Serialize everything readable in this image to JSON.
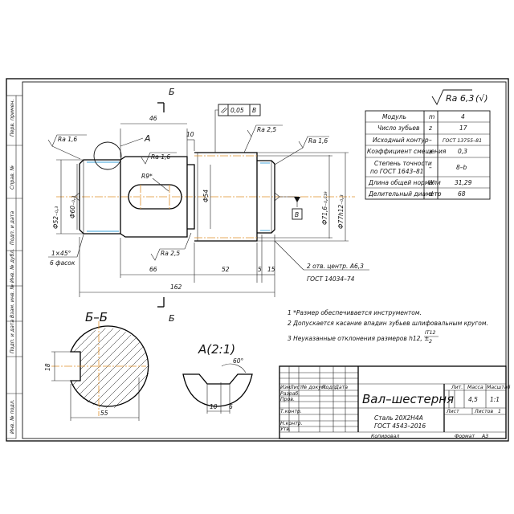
{
  "frame": {
    "side_stamp": [
      "Перв. примен.",
      "Справ. №",
      "Подп. и дата",
      "Инв. № дубл.",
      "Взам. инв. №",
      "Подп. и дата",
      "Инв. № подл."
    ]
  },
  "view_labels": {
    "section_top": "Б",
    "section_bottom": "Б",
    "section_view": "Б–Б",
    "detail_callout": "А",
    "detail_view": "А(2:1)",
    "base_ref": "В"
  },
  "dimensions": {
    "d46": "46",
    "d10": "10",
    "d66": "66",
    "d52": "52",
    "d5": "5",
    "d15": "15",
    "d162": "162",
    "phi52": "Ф52₋₀,₃",
    "phi60": "Ф60₋₀,₃",
    "phi54": "Ф54",
    "phi716": "Ф71,6₋₀,₀₁₉",
    "phi77": "Ф77h12₋₀,₃",
    "r9": "R9*",
    "chamfer": "1×45°",
    "chamfer_count": "6 фасок",
    "sect_55": "55",
    "sect_18": "18",
    "det_10": "10",
    "det_6": "6",
    "det_angle": "60°"
  },
  "roughness": {
    "general": "Ra 6,3",
    "general_suffix": "(√)",
    "r1": "Ra 1,6",
    "r2": "Ra 1,6",
    "r3": "Ra 2,5",
    "r4": "Ra 1,6",
    "r5": "Ra 2,5"
  },
  "tolerance": {
    "value": "0,05",
    "base": "В"
  },
  "callout_center": {
    "line1": "2 отв. центр. А6,3",
    "line2": "ГОСТ 14034–74"
  },
  "param_table": [
    {
      "name": "Модуль",
      "sym": "m",
      "val": "4"
    },
    {
      "name": "Число зубьев",
      "sym": "z",
      "val": "17"
    },
    {
      "name": "Исходный контур",
      "sym": "–",
      "val": "ГОСТ 13755–81"
    },
    {
      "name": "Коэффициент смещения",
      "sym": "x",
      "val": "0,3"
    },
    {
      "name": "Степень точности",
      "name2": "по ГОСТ 1643–81",
      "sym": "–",
      "val": "8–b"
    },
    {
      "name": "Длина общей нормали",
      "sym": "W",
      "val": "31,29"
    },
    {
      "name": "Делительный диаметр",
      "sym": "d",
      "val": "68"
    }
  ],
  "notes": [
    "1  *Размер обеспечивается инструментом.",
    "2  Допускается касание впадин зубьев шлифовальным кругом.",
    "3  Неуказанные отклонения размеров h12, ±"
  ],
  "note_fraction": {
    "num": "IT12",
    "den": "2"
  },
  "title_block": {
    "name": "Вал–шестерня",
    "material1": "Сталь 20Х2Н4А",
    "material2": "ГОСТ 4543–2016",
    "head_lit": "Лит.",
    "head_mass": "Масса",
    "head_scale": "Масштаб",
    "mass": "4,5",
    "scale": "1:1",
    "sheet_label": "Лист",
    "sheets_label": "Листов",
    "sheets": "1",
    "row_labels": [
      "Изм.",
      "Лист",
      "№ докум.",
      "Подп.",
      "Дата"
    ],
    "roles": [
      "Разраб.",
      "Пров.",
      "Т.контр.",
      "",
      "Н.контр.",
      "Утв."
    ],
    "copied": "Копировал",
    "format_label": "Формат",
    "format": "A3"
  }
}
